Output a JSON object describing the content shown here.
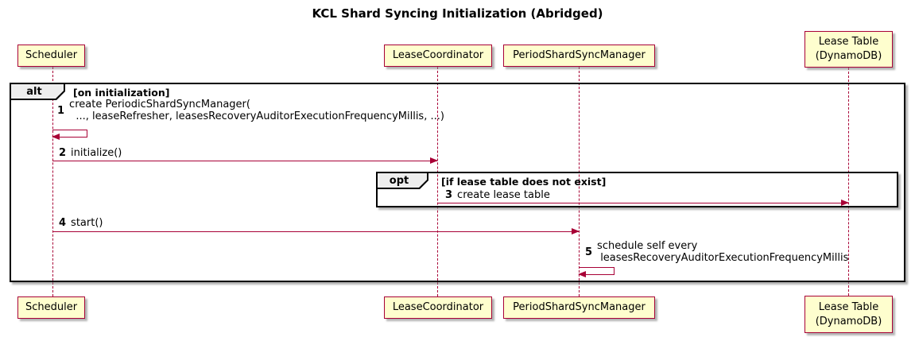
{
  "title": "KCL Shard Syncing Initialization (Abridged)",
  "diagram_type": "sequence-diagram",
  "colors": {
    "participant_fill": "#FEFECE",
    "accent": "#A80036",
    "frame_border": "#000000",
    "frame_label_bg": "#EEEEEE",
    "background": "#FFFFFF",
    "text": "#000000"
  },
  "participants": [
    {
      "label": "Scheduler"
    },
    {
      "label": "LeaseCoordinator"
    },
    {
      "label": "PeriodShardSyncManager"
    },
    {
      "label": "Lease Table\n(DynamoDB)"
    }
  ],
  "frames": {
    "alt": {
      "keyword": "alt",
      "guard": "[on initialization]"
    },
    "opt": {
      "keyword": "opt",
      "guard": "[if lease table does not exist]"
    }
  },
  "messages": [
    {
      "num": "1",
      "text": "create PeriodicShardSyncManager(\n  ..., leaseRefresher, leasesRecoveryAuditorExecutionFrequencyMillis, ...)",
      "from": "Scheduler",
      "to": "Scheduler",
      "type": "self"
    },
    {
      "num": "2",
      "text": "initialize()",
      "from": "Scheduler",
      "to": "LeaseCoordinator",
      "type": "arrow"
    },
    {
      "num": "3",
      "text": "create lease table",
      "from": "LeaseCoordinator",
      "to": "Lease Table (DynamoDB)",
      "type": "arrow"
    },
    {
      "num": "4",
      "text": "start()",
      "from": "Scheduler",
      "to": "PeriodShardSyncManager",
      "type": "arrow"
    },
    {
      "num": "5",
      "text": "schedule self every\n leasesRecoveryAuditorExecutionFrequencyMillis",
      "from": "PeriodShardSyncManager",
      "to": "PeriodShardSyncManager",
      "type": "self"
    }
  ]
}
